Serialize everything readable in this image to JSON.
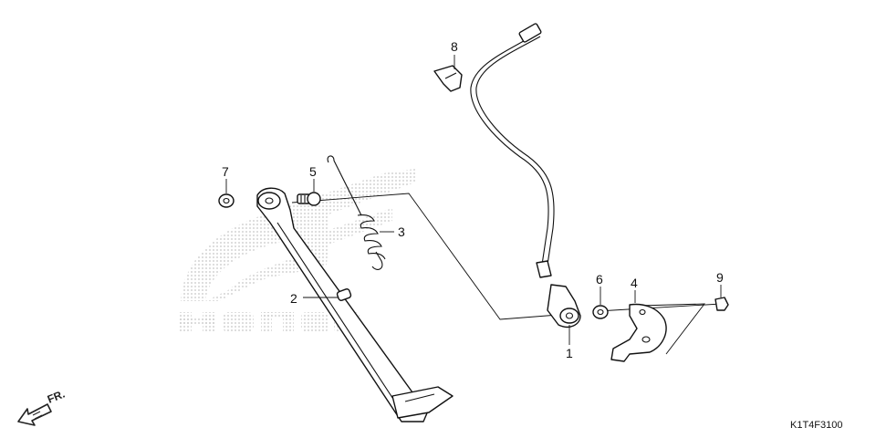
{
  "callouts": {
    "c1": "1",
    "c2": "2",
    "c3": "3",
    "c4": "4",
    "c5": "5",
    "c6": "6",
    "c7": "7",
    "c8": "8",
    "c9": "9"
  },
  "direction_label": "FR.",
  "reference_code": "K1T4F3100",
  "colors": {
    "line": "#111111",
    "watermark": "#d9d9d9",
    "background": "#ffffff"
  }
}
